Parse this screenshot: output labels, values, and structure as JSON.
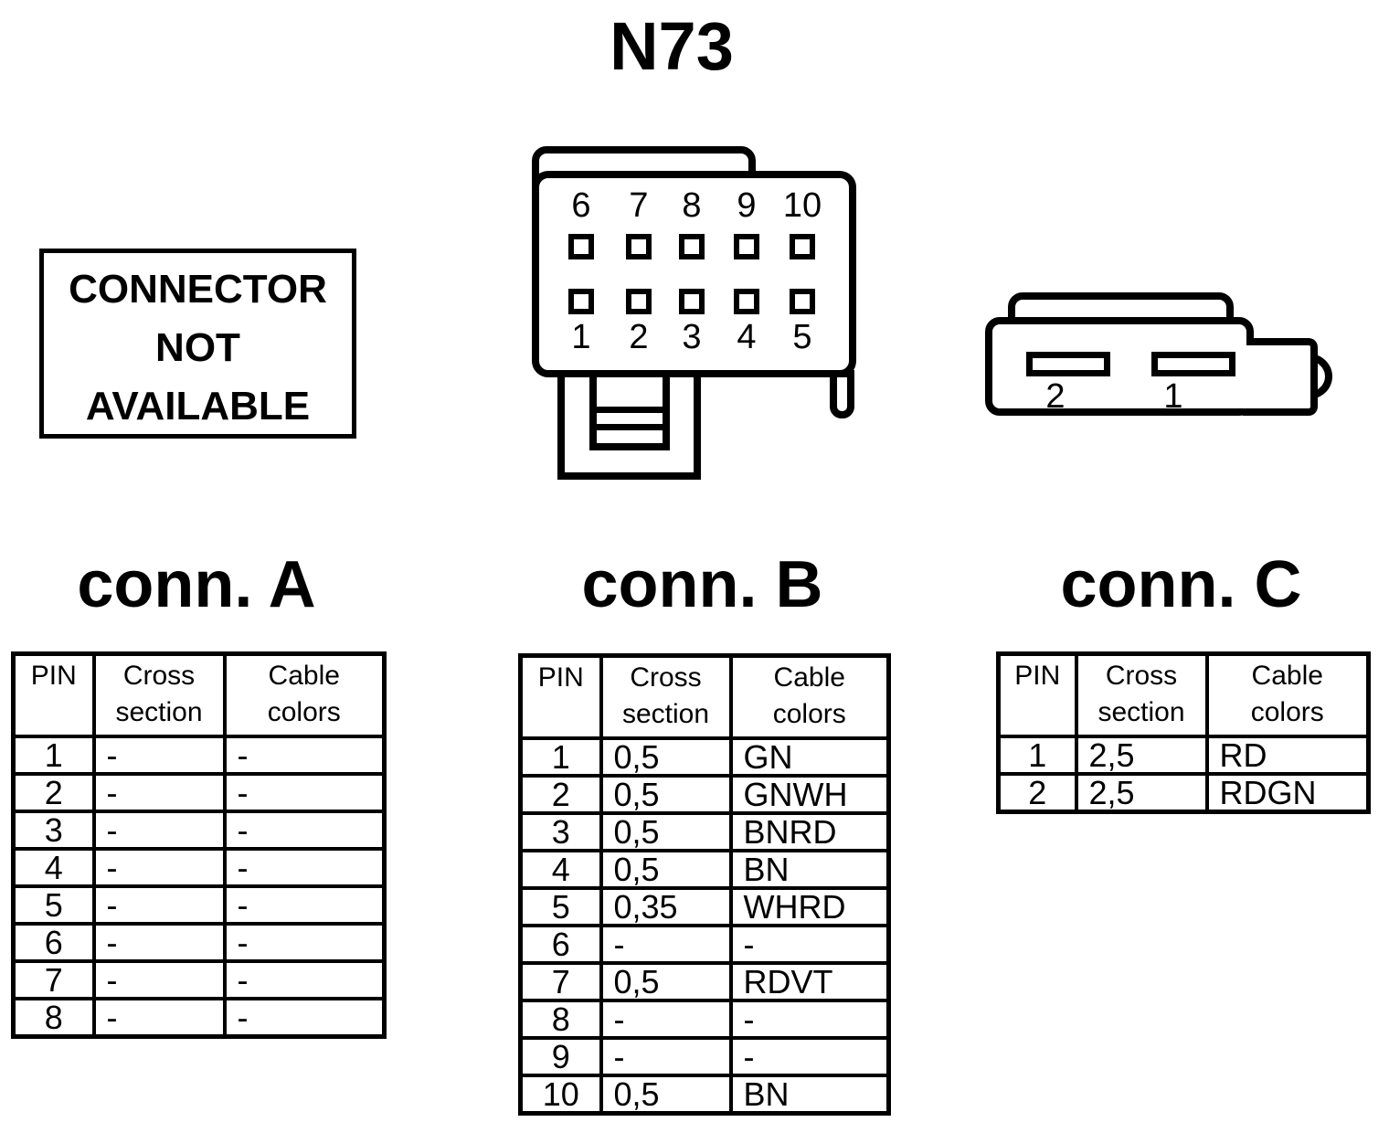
{
  "device_label": "N73",
  "not_available_box": {
    "lines": [
      "CONNECTOR",
      "NOT",
      "AVAILABLE"
    ]
  },
  "connector_b_drawing": {
    "top_pin_labels": [
      "6",
      "7",
      "8",
      "9",
      "10"
    ],
    "bottom_pin_labels": [
      "1",
      "2",
      "3",
      "4",
      "5"
    ]
  },
  "connector_c_drawing": {
    "slot_labels": [
      "2",
      "1"
    ]
  },
  "tables": [
    {
      "title": "conn. A",
      "headers": [
        "PIN",
        "Cross\nsection",
        "Cable\ncolors"
      ],
      "rows": [
        [
          "1",
          "-",
          "-"
        ],
        [
          "2",
          "-",
          "-"
        ],
        [
          "3",
          "-",
          "-"
        ],
        [
          "4",
          "-",
          "-"
        ],
        [
          "5",
          "-",
          "-"
        ],
        [
          "6",
          "-",
          "-"
        ],
        [
          "7",
          "-",
          "-"
        ],
        [
          "8",
          "-",
          "-"
        ]
      ]
    },
    {
      "title": "conn. B",
      "headers": [
        "PIN",
        "Cross\nsection",
        "Cable\ncolors"
      ],
      "rows": [
        [
          "1",
          "0,5",
          "GN"
        ],
        [
          "2",
          "0,5",
          "GNWH"
        ],
        [
          "3",
          "0,5",
          "BNRD"
        ],
        [
          "4",
          "0,5",
          "BN"
        ],
        [
          "5",
          "0,35",
          "WHRD"
        ],
        [
          "6",
          "-",
          "-"
        ],
        [
          "7",
          "0,5",
          "RDVT"
        ],
        [
          "8",
          "-",
          "-"
        ],
        [
          "9",
          "-",
          "-"
        ],
        [
          "10",
          "0,5",
          "BN"
        ]
      ]
    },
    {
      "title": "conn. C",
      "headers": [
        "PIN",
        "Cross\nsection",
        "Cable\ncolors"
      ],
      "rows": [
        [
          "1",
          "2,5",
          "RD"
        ],
        [
          "2",
          "2,5",
          "RDGN"
        ]
      ]
    }
  ],
  "colors": {
    "ink": "#000000",
    "background": "#ffffff"
  }
}
